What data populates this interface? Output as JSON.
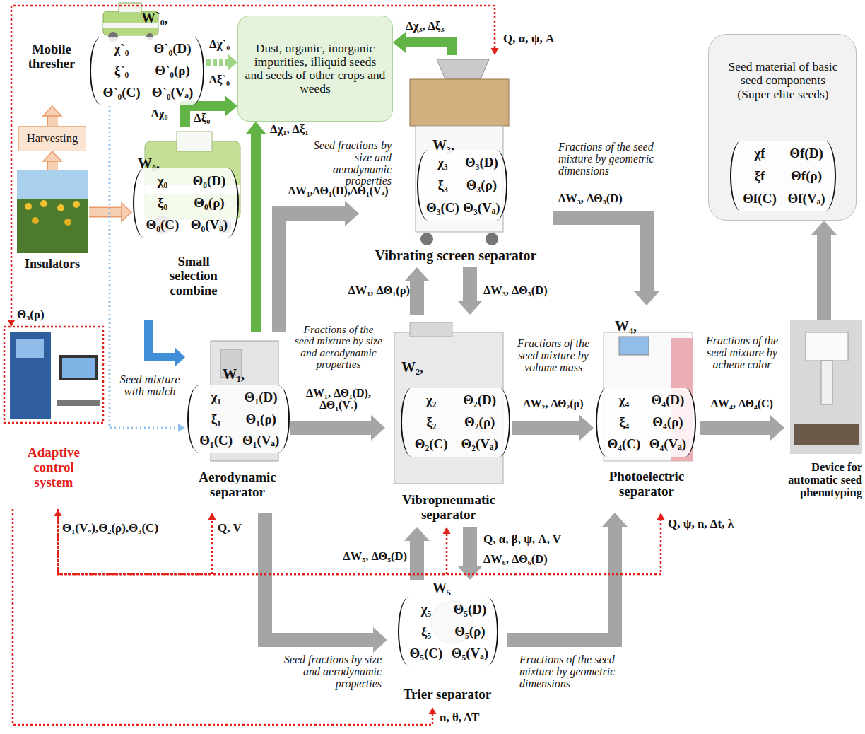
{
  "diagram": {
    "nodes": [
      {
        "text": [
          "Harvesting"
        ]
      },
      {
        "text": [
          "Dust, organic, inorganic impurities, illiquid seeds and seeds of other crops and weeds"
        ]
      },
      {
        "text": [
          "Mobile thresher",
          "W`₀,",
          "χ`₀",
          "Θ`₀(D)",
          "ξ`₀",
          "Θ`₀(ρ)",
          "Θ`₀(C)",
          "Θ`₀(Vₐ)"
        ]
      },
      {
        "text": [
          "Insulators"
        ]
      },
      {
        "text": [
          "Small selection combine",
          "W₀,",
          "χ₀",
          "Θ₀(D)",
          "ξ₀",
          "Θ₀(ρ)",
          "Θ₀(C)",
          "Θ₀(Vₐ)"
        ]
      },
      {
        "text": [
          "Vibrating screen separator",
          "W₃,",
          "χ₃",
          "Θ₃(D)",
          "ξ₃",
          "Θ₃(ρ)",
          "Θ₃(C)",
          "Θ₃(Vₐ)"
        ]
      },
      {
        "text": [
          "Aerodynamic separator",
          "W₁,",
          "χ₁",
          "Θ₁(D)",
          "ξ₁",
          "Θ₁(ρ)",
          "Θ₁(C)",
          "Θ₁(Vₐ)"
        ]
      },
      {
        "text": [
          "Vibropneumatic separator",
          "W₂,",
          "χ₂",
          "Θ₂(D)",
          "ξ₂",
          "Θ₂(ρ)",
          "Θ₂(C)",
          "Θ₂(Vₐ)"
        ]
      },
      {
        "text": [
          "Photoelectric separator",
          "W₄,",
          "χ₄",
          "Θ₄(D)",
          "ξ₄",
          "Θ₄(ρ)",
          "Θ₄(C)",
          "Θ₄(Vₐ)"
        ]
      },
      {
        "text": [
          "Trier separator",
          "W₅",
          "χ₅",
          "Θ₅(D)",
          "ξ₅",
          "Θ₅(ρ)",
          "Θ₅(C)",
          "Θ₅(Vₐ)"
        ]
      },
      {
        "text": [
          "Device for automatic seed phenotyping"
        ]
      },
      {
        "text": [
          "Seed material of basic seed components (Super elite seeds)",
          "χf",
          "Θf(D)",
          "ξf",
          "Θf(ρ)",
          "Θf(C)",
          "Θf(Vₐ)"
        ]
      },
      {
        "text": [
          "Adaptive control system"
        ]
      }
    ],
    "edges": [
      {
        "from": 3,
        "to": 0,
        "arrow": "to"
      },
      {
        "from": 0,
        "to": 2,
        "arrow": "to"
      },
      {
        "from": 3,
        "to": 4,
        "arrow": "to"
      },
      {
        "from": 2,
        "to": 1,
        "arrow": "to",
        "label": "Δχ`₀"
      },
      {
        "from": 4,
        "to": 1,
        "arrow": "to",
        "label": "Δχ₀"
      },
      {
        "from": 6,
        "to": 1,
        "arrow": "to",
        "label": "Δχ₁, Δξ₁"
      },
      {
        "from": 5,
        "to": 1,
        "arrow": "to",
        "label": "Δχ₃, Δξ₃"
      },
      {
        "from": 2,
        "to": 6,
        "arrow": "to"
      },
      {
        "from": 4,
        "to": 6,
        "arrow": "to",
        "label": "Seed mixture with mulch"
      },
      {
        "from": 6,
        "to": 5,
        "arrow": "to",
        "label": "ΔW₁,ΔΘ₁(D),ΔΘ₁(Vₐ)"
      },
      {
        "from": 6,
        "to": 7,
        "arrow": "to",
        "label": "ΔW₁, ΔΘ₁(D), ΔΘ₁(Vₐ)"
      },
      {
        "from": 7,
        "to": 5,
        "arrow": "to",
        "label": "ΔW₁, ΔΘ₁(ρ)"
      },
      {
        "from": 5,
        "to": 7,
        "arrow": "to",
        "label": "ΔW₃, ΔΘ₃(D)"
      },
      {
        "from": 5,
        "to": 8,
        "arrow": "to",
        "label": "ΔW₃, ΔΘ₃(D)"
      },
      {
        "from": 7,
        "to": 8,
        "arrow": "to",
        "label": "ΔW₂, ΔΘ₂(ρ)"
      },
      {
        "from": 8,
        "to": 10,
        "arrow": "to",
        "label": "ΔW₄, ΔΘ₄(C)"
      },
      {
        "from": 10,
        "to": 11,
        "arrow": "to"
      },
      {
        "from": 6,
        "to": 9,
        "arrow": "to"
      },
      {
        "from": 9,
        "to": 7,
        "arrow": "to",
        "label": "ΔW₅, ΔΘ₅(D)"
      },
      {
        "from": 7,
        "to": 9,
        "arrow": "to",
        "label": "ΔW₆, ΔΘ₆(D)"
      },
      {
        "from": 9,
        "to": 8,
        "arrow": "to"
      },
      {
        "from": 5,
        "to": 12,
        "arrow": "both",
        "label": "Θ₃(ρ)"
      },
      {
        "from": 12,
        "to": 6,
        "arrow": "both"
      },
      {
        "from": 12,
        "to": 7,
        "arrow": "to"
      },
      {
        "from": 12,
        "to": 8,
        "arrow": "to"
      },
      {
        "from": 12,
        "to": 9,
        "arrow": "to"
      }
    ],
    "labels": [
      "Δξ`₀",
      "Δξ₀",
      "Seed fractions by size and aerodynamic properties",
      "Fractions of the seed mixture by geometric dimensions",
      "Fractions of the seed mixture by size and aerodynamic properties",
      "Fractions of the seed mixture by volume mass",
      "Fractions of the seed mixture by achene color",
      "Seed fractions by size and aerodynamic properties",
      "Fractions of the seed mixture by geometric dimensions",
      "Q, α, ψ, A",
      "Q, V",
      "Q, α, β, ψ, A, V",
      "Q, ψ, n, Δt, λ",
      "n, θ, ΔT",
      "Θ₁(Vₐ),Θ₂(ρ),Θ₃(C)"
    ]
  }
}
